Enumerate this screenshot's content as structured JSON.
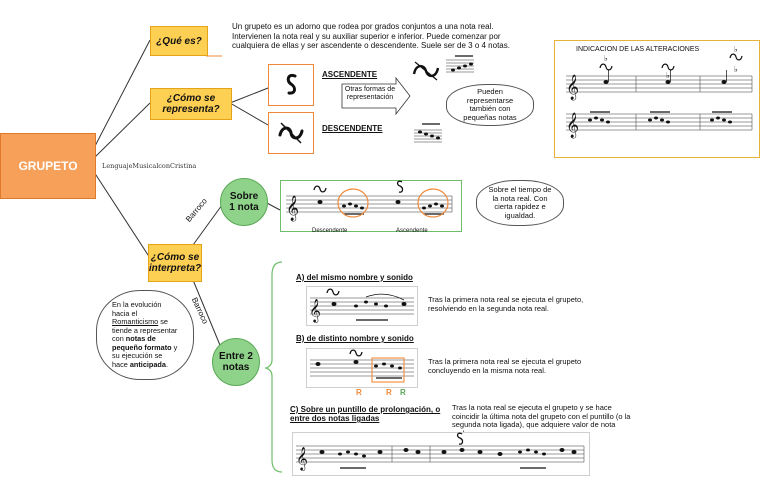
{
  "central": {
    "label": "GRUPETO",
    "credit": "LenguajeMusicalconCristina"
  },
  "nodes": {
    "que_es": "¿Qué es?",
    "como_representa": "¿Cómo se representa?",
    "como_interpreta": "¿Cómo se interpreta?"
  },
  "definition": "Un grupeto es un adorno que rodea por grados conjuntos a una nota real. Intervienen la nota real y su auxiliar superior e inferior. Puede comenzar por cualquiera de ellas y ser ascendente o descendente. Suele ser de 3 o 4 notas.",
  "representation": {
    "ascendente": "ASCENDENTE",
    "descendente": "DESCENDENTE",
    "otras_formas": "Otras formas de representación",
    "cloud": "Pueden representarse también con pequeñas notas"
  },
  "alteraciones": {
    "title": "INDICACION DE LAS ALTERACIONES"
  },
  "interpretation": {
    "sobre_label": "Sobre 1 nota",
    "entre_label": "Entre 2 notas",
    "barroco_1": "Barroco",
    "barroco_2": "Barroco",
    "sobre_cloud": "Sobre el tiempo de la nota real. Con cierta rapidez e igualdad.",
    "descendente": "Descendente",
    "ascendente": "Ascendente"
  },
  "evolution_cloud": {
    "part1": "En la evolución hacia el ",
    "romanticismo": "Romanticismo",
    "part2": " se tiende a representar con ",
    "bold1": "notas de pequeño formato",
    "part3": " y su ejecución se hace ",
    "bold2": "anticipada",
    "end": "."
  },
  "cases": [
    {
      "title": "A) del mismo nombre y sonido",
      "text": "Tras la primera nota real se ejecuta el grupeto, resolviendo en la segunda nota real."
    },
    {
      "title": "B) de distinto nombre y sonido",
      "text": "Tras la primera nota real se ejecuta el grupeto concluyendo en la misma nota real."
    },
    {
      "title": "C) Sobre un puntillo de prolongación, o entre dos notas ligadas",
      "text": "Tras la nota real se ejecuta el grupeto y se hace coincidir la última nota del grupeto con el puntillo (o la segunda nota ligada), que adquiere valor de nota real."
    }
  ],
  "case_b_marks": [
    "R",
    "R",
    "R"
  ],
  "colors": {
    "orange": "#f6a05a",
    "yellow": "#fdcf52",
    "green": "#8fd28a",
    "accent": "#f08a3a"
  }
}
